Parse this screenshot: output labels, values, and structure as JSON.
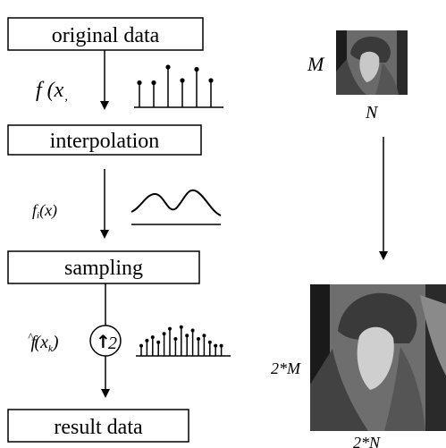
{
  "steps": {
    "original": "original data",
    "interpolation": "interpolation",
    "sampling": "sampling",
    "result": "result data"
  },
  "labels": {
    "f_x": "f (x",
    "f_x_suffix": ",",
    "fi_x": "f",
    "fi_sub": "i",
    "fi_arg": "(x)",
    "fhat": "f",
    "fhat_hat": "^",
    "fhat_arg": "(x",
    "fhat_sub": "k",
    "fhat_close": ")",
    "upsample_arrow": "↑",
    "upsample_factor": "2",
    "small_height": "M",
    "small_width": "N",
    "large_height": "2*M",
    "large_width": "2*N"
  },
  "signals": {
    "original_stems": [
      0.55,
      0.55,
      0.9,
      0.6,
      0.85,
      0.6
    ],
    "sampled_stems": [
      0.3,
      0.45,
      0.55,
      0.4,
      0.65,
      0.8,
      0.5,
      0.85,
      0.6,
      0.75,
      0.5,
      0.6,
      0.4,
      0.3,
      0.3
    ]
  },
  "images": {
    "small": "lena-thumbnail",
    "large": "lena-upscaled"
  },
  "colors": {
    "ink": "#000000",
    "background": "#ffffff"
  }
}
